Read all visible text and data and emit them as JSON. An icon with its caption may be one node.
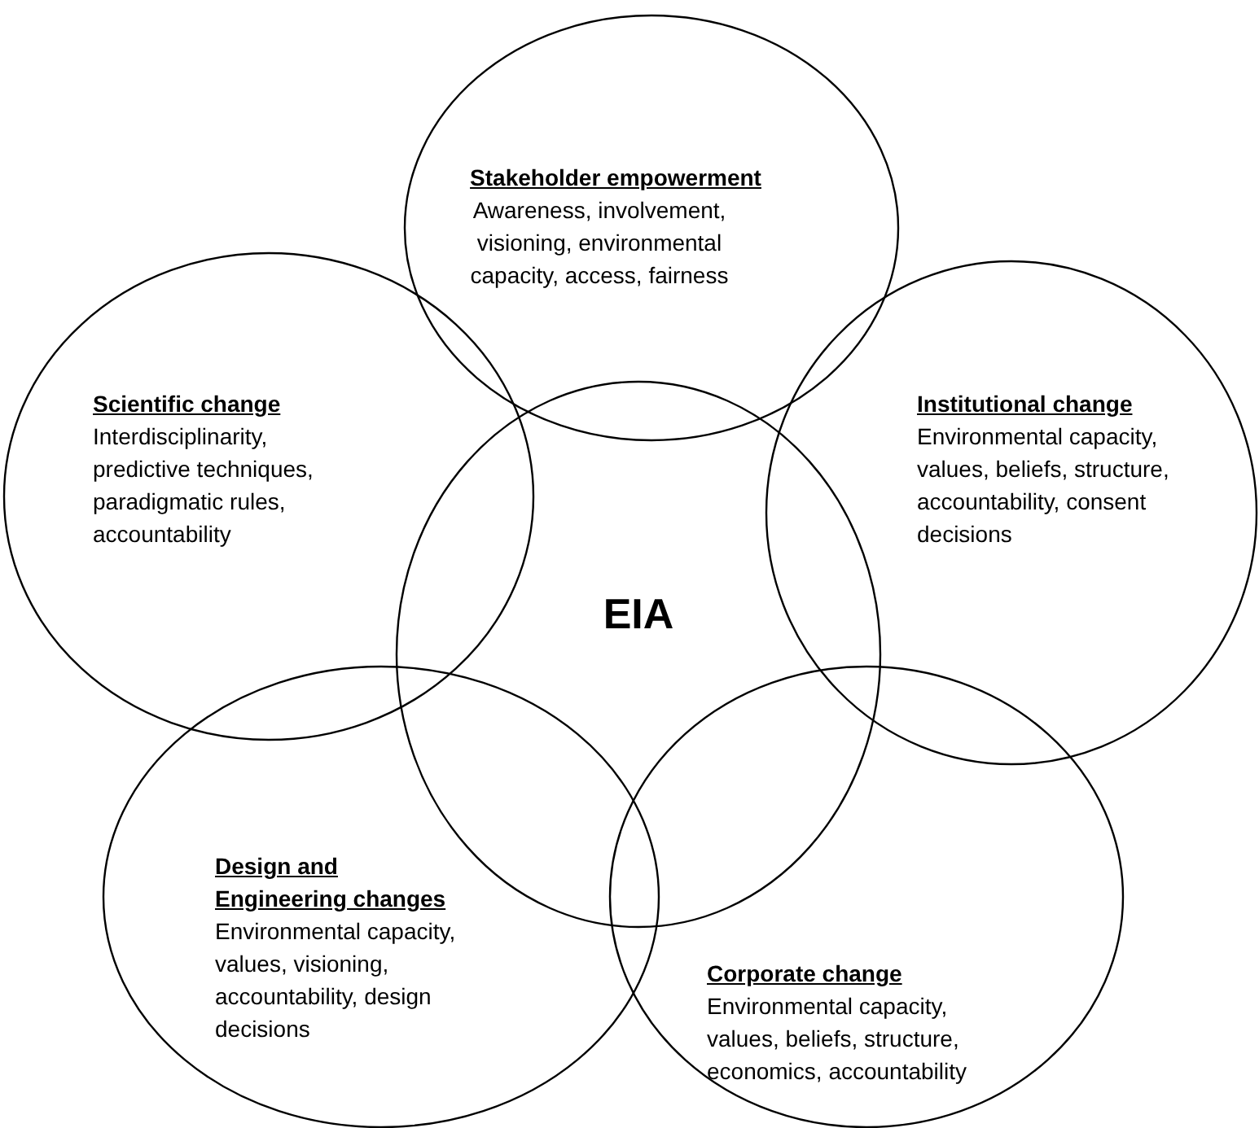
{
  "diagram": {
    "nodes": [
      {
        "text": [
          "Stakeholder empowerment",
          "Awareness, involvement, visioning, environmental capacity, access, fairness"
        ]
      },
      {
        "text": [
          "Scientific change",
          "Interdisciplinarity, predictive techniques, paradigmatic rules, accountability"
        ]
      },
      {
        "text": [
          "Institutional change",
          "Environmental capacity, values, beliefs, structure, accountability, consent decisions"
        ]
      },
      {
        "text": [
          "EIA"
        ]
      },
      {
        "text": [
          "Design and Engineering changes",
          "Environmental capacity, values, visioning, accountability, design decisions"
        ]
      },
      {
        "text": [
          "Corporate change",
          "Environmental capacity, values, beliefs, structure, economics, accountability"
        ]
      }
    ]
  }
}
